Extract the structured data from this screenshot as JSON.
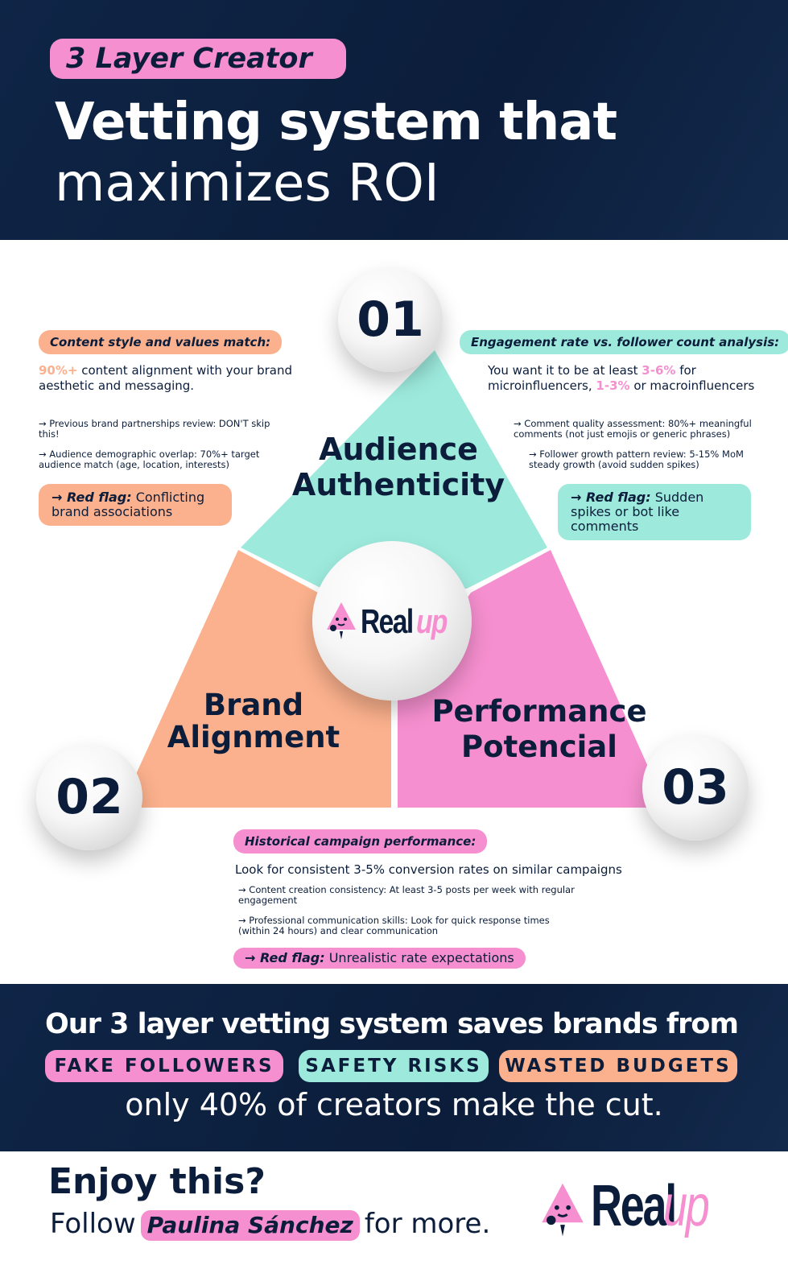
{
  "header": {
    "tag": "3 Layer Creator",
    "title_line1": "Vetting system that",
    "title_line2": "maximizes ROI"
  },
  "layers": {
    "audience": {
      "number": "01",
      "label_line1": "Audience",
      "label_line2": "Authenticity",
      "color": "#9deadd"
    },
    "brand": {
      "number": "02",
      "label_line1": "Brand",
      "label_line2": "Alignment",
      "color": "#fbb18d"
    },
    "performance": {
      "number": "03",
      "label_line1": "Performance",
      "label_line2": "Potencial",
      "color": "#f68fcf"
    }
  },
  "content_style": {
    "heading": "Content style and values match:",
    "highlight": "90%+",
    "main_text": " content alignment with your brand aesthetic and messaging.",
    "bullet1": "→ Previous brand partnerships review: DON'T skip this!",
    "bullet2": "→ Audience demographic overlap: 70%+ target audience match (age, location, interests)",
    "red_flag_label": "→ Red flag:",
    "red_flag_text": " Conflicting brand associations"
  },
  "engagement": {
    "heading": "Engagement rate vs. follower count analysis:",
    "text_part1": "You want it to be at least ",
    "highlight1": "3-6%",
    "text_part2": " for microinfluencers, ",
    "highlight2": "1-3%",
    "text_part3": " or macroinfluencers",
    "bullet1": "→ Comment quality assessment: 80%+ meaningful comments (not just emojis or generic phrases)",
    "bullet2": "→ Follower growth pattern review: 5-15% MoM steady growth (avoid sudden spikes)",
    "red_flag_label": "→ Red flag:",
    "red_flag_text": " Sudden spikes or bot like comments"
  },
  "historical": {
    "heading": "Historical campaign performance:",
    "main_text": "Look for consistent 3-5% conversion rates on similar campaigns",
    "bullet1": "→ Content creation consistency: At least 3-5 posts per week with regular engagement",
    "bullet2": "→ Professional communication skills: Look for quick response times (within 24 hours) and clear communication",
    "red_flag_label": "→ Red flag:",
    "red_flag_text": " Unrealistic rate expectations"
  },
  "brand_logo": {
    "text_dark": "Real",
    "text_pink": "up"
  },
  "band": {
    "title": "Our 3 layer vetting system saves brands from",
    "tag1": "FAKE FOLLOWERS",
    "tag2": "SAFETY RISKS",
    "tag3": "WASTED BUDGETS",
    "subtitle": "only 40% of creators make the cut."
  },
  "footer": {
    "enjoy": "Enjoy this?",
    "follow_prefix": "Follow",
    "name": "Paulina Sánchez",
    "follow_suffix": "for more."
  },
  "colors": {
    "navy": "#0b1d3a",
    "pink": "#f68fcf",
    "mint": "#9deadd",
    "peach": "#fbb18d"
  }
}
